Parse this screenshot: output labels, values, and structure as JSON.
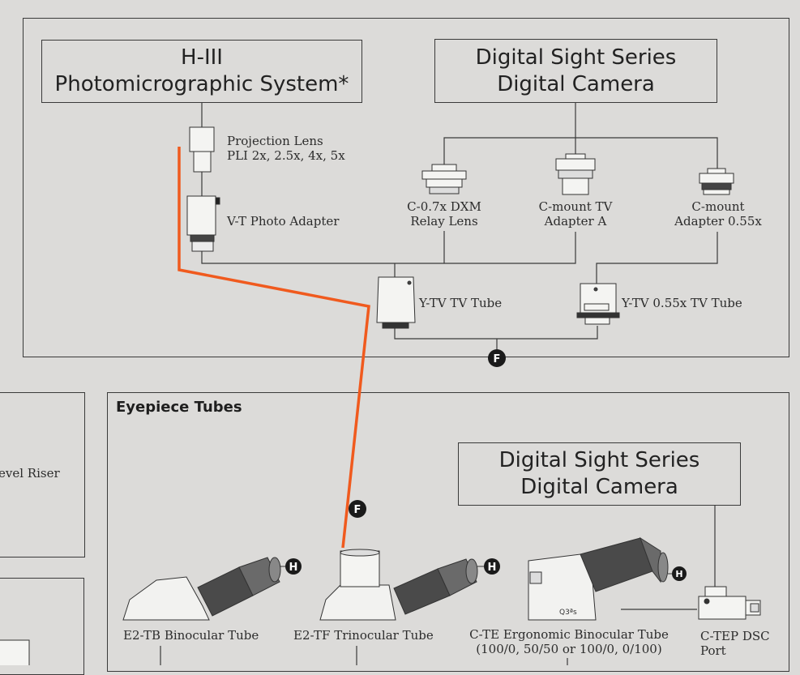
{
  "top_panel": {
    "h3_box": {
      "line1": "H-III",
      "line2": "Photomicrographic System*"
    },
    "ds_box": {
      "line1": "Digital Sight Series",
      "line2": "Digital Camera"
    },
    "projection_lens": {
      "line1": "Projection Lens",
      "line2": "PLI 2x, 2.5x, 4x, 5x"
    },
    "vt_adapter": "V-T Photo Adapter",
    "dxm_relay": {
      "line1": "C-0.7x DXM",
      "line2": "Relay Lens"
    },
    "cmount_tv": {
      "line1": "C-mount TV",
      "line2": "Adapter A"
    },
    "cmount_055": {
      "line1": "C-mount",
      "line2": "Adapter 0.55x"
    },
    "ytv_tube": "Y-TV TV Tube",
    "ytv_055_tube": "Y-TV 0.55x TV Tube",
    "marker_f": "F"
  },
  "left_panel": {
    "riser_label": "evel Riser"
  },
  "eyepiece_panel": {
    "title": "Eyepiece Tubes",
    "ds_box": {
      "line1": "Digital Sight Series",
      "line2": "Digital Camera"
    },
    "e2tb": "E2-TB Binocular Tube",
    "e2tf": "E2-TF Trinocular Tube",
    "cte": {
      "line1": "C-TE Ergonomic Binocular Tube",
      "line2": "(100/0, 50/50 or 100/0, 0/100)"
    },
    "ctep": {
      "line1": "C-TEP DSC",
      "line2": "Port"
    },
    "marker_f": "F",
    "marker_h": "H"
  },
  "colors": {
    "background": "#dcdbd9",
    "line": "#3a3a3a",
    "orange_path": "#f05a1e",
    "marker": "#1a1a1a"
  }
}
